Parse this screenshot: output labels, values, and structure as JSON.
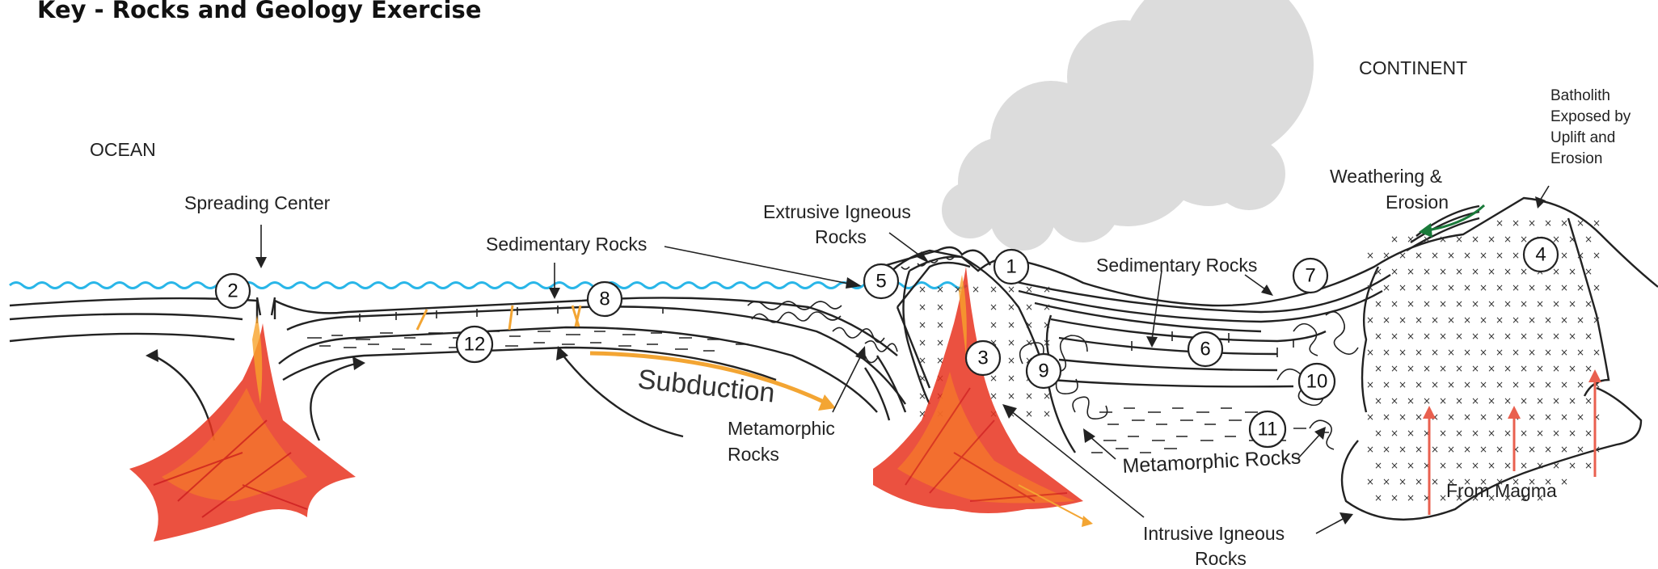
{
  "title": "Key - Rocks and Geology Exercise",
  "regions": {
    "ocean": "OCEAN",
    "continent": "CONTINENT"
  },
  "labels": {
    "spreading_center": "Spreading Center",
    "sedimentary_left": "Sedimentary Rocks",
    "extrusive_line1": "Extrusive Igneous",
    "extrusive_line2": "Rocks",
    "sedimentary_right": "Sedimentary Rocks",
    "subduction": "Subduction",
    "metamorphic_left_line1": "Metamorphic",
    "metamorphic_left_line2": "Rocks",
    "metamorphic_right": "Metamorphic Rocks",
    "intrusive_line1": "Intrusive Igneous",
    "intrusive_line2": "Rocks",
    "weathering_line1": "Weathering &",
    "weathering_line2": "Erosion",
    "batholith_line1": "Batholith",
    "batholith_line2": "Exposed by",
    "batholith_line3": "Uplift and",
    "batholith_line4": "Erosion",
    "from_magma": "From Magma"
  },
  "markers": [
    "1",
    "2",
    "3",
    "4",
    "5",
    "6",
    "7",
    "8",
    "9",
    "10",
    "11",
    "12"
  ],
  "colors": {
    "water": "#29b6e8",
    "magma_red": "#e8321e",
    "magma_orange": "#f7a22a",
    "subduction_arrow": "#f3a533",
    "erosion_arrow": "#1a7a3a",
    "magma_arrow": "#e9604f",
    "smoke": "#dcdcdc"
  }
}
